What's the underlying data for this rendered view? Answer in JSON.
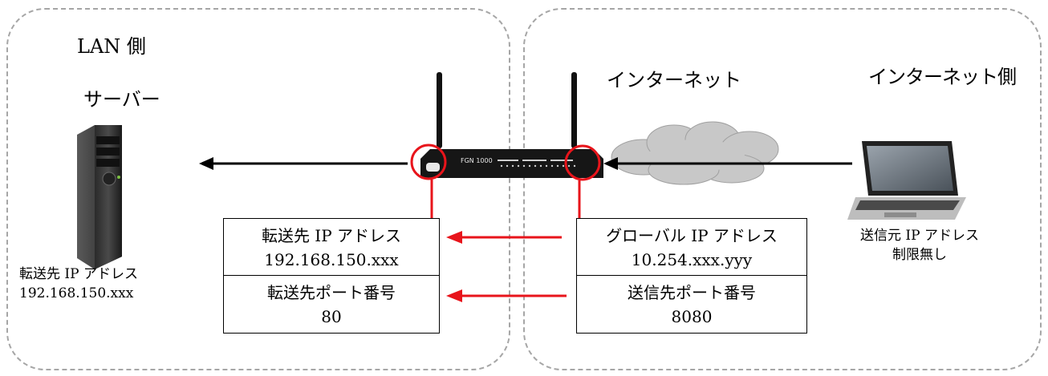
{
  "zones": {
    "lan_label": "LAN 側",
    "internet_label": "インターネット側"
  },
  "server": {
    "title": "サーバー",
    "caption_line1": "転送先 IP アドレス",
    "caption_line2": "192.168.150.xxx"
  },
  "router": {
    "model": "FGN 1000"
  },
  "internet": {
    "title": "インターネット"
  },
  "laptop": {
    "caption_line1": "送信元 IP アドレス",
    "caption_line2": "制限無し"
  },
  "lan_table": {
    "ip_label": "転送先 IP アドレス",
    "ip_value": "192.168.150.xxx",
    "port_label": "転送先ポート番号",
    "port_value": "80"
  },
  "wan_table": {
    "ip_label": "グローバル IP アドレス",
    "ip_value": "10.254.xxx.yyy",
    "port_label": "送信先ポート番号",
    "port_value": "8080"
  },
  "colors": {
    "highlight": "#e8141b",
    "dashed_border": "#a6a6a6",
    "cloud": "#c8c8c8"
  }
}
